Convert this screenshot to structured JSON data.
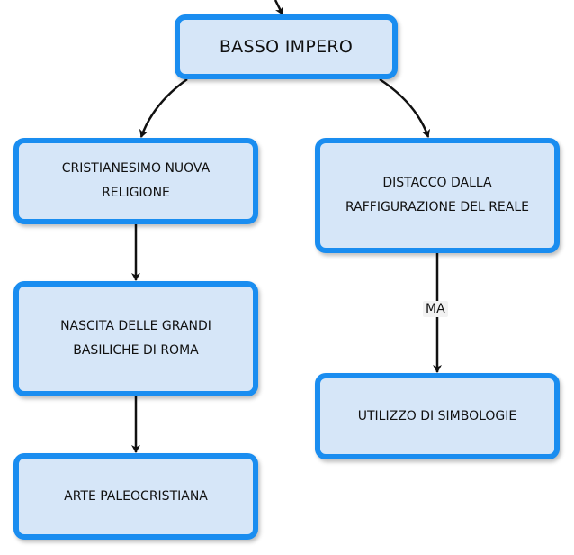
{
  "diagram": {
    "nodes": {
      "basso_impero": "BASSO IMPERO",
      "cristianesimo": "CRISTIANESIMO NUOVA RELIGIONE",
      "distacco": "DISTACCO DALLA RAFFIGURAZIONE DEL REALE",
      "nascita": "NASCITA DELLE GRANDI BASILICHE DI ROMA",
      "utilizzo": "UTILIZZO DI SIMBOLOGIE",
      "arte": "ARTE PALEOCRISTIANA"
    },
    "link_labels": {
      "distacco_utilizzo": "MA"
    },
    "colors": {
      "node_border": "#1a8df0",
      "node_fill": "#d6e6f8",
      "connector": "#111111"
    }
  }
}
